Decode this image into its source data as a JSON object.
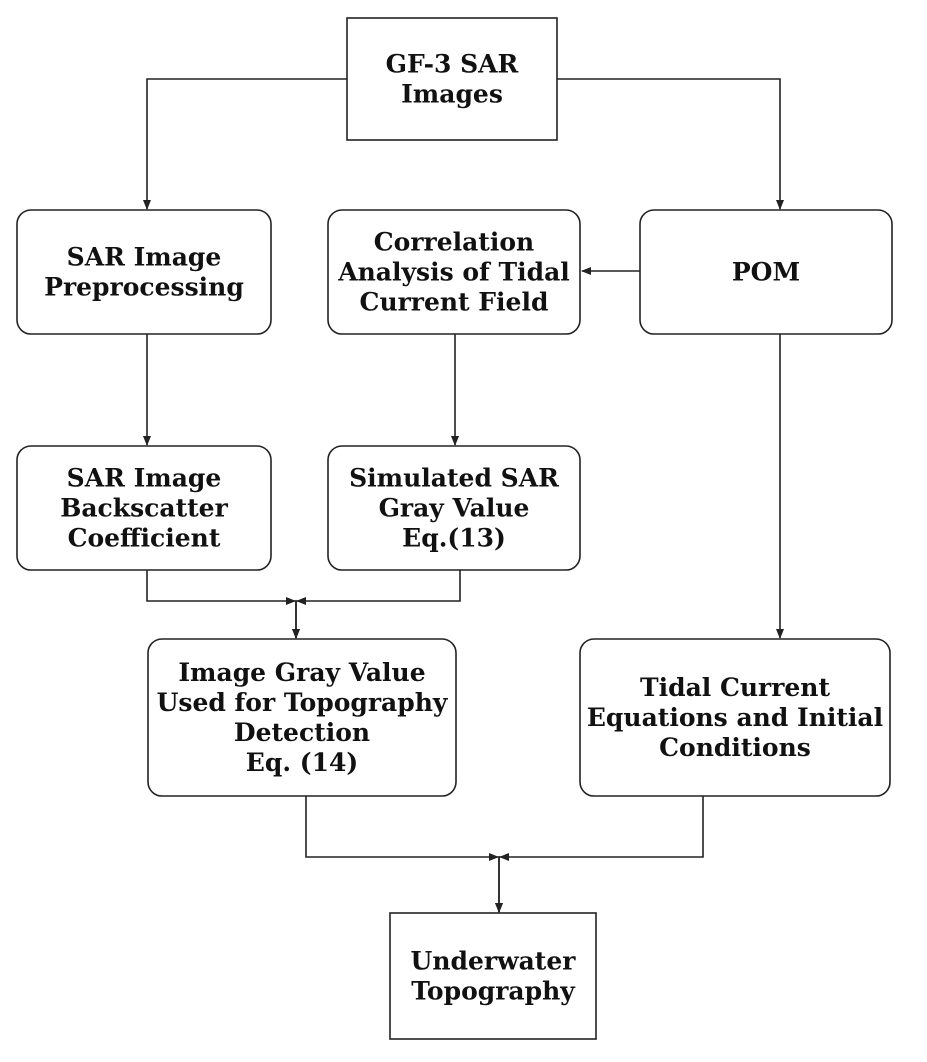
{
  "diagram": {
    "nodes": [
      {
        "id": "gf3",
        "lines": [
          "GF-3 SAR",
          "Images"
        ],
        "shape": "rect"
      },
      {
        "id": "preproc",
        "lines": [
          "SAR Image",
          "Preprocessing"
        ],
        "shape": "rounded"
      },
      {
        "id": "corr",
        "lines": [
          "Correlation",
          "Analysis of Tidal",
          "Current Field"
        ],
        "shape": "rounded"
      },
      {
        "id": "pom",
        "lines": [
          "POM"
        ],
        "shape": "rounded"
      },
      {
        "id": "backscatter",
        "lines": [
          "SAR Image",
          "Backscatter",
          "Coefficient"
        ],
        "shape": "rounded"
      },
      {
        "id": "simulated",
        "lines": [
          "Simulated SAR",
          "Gray Value",
          "Eq.(13)"
        ],
        "shape": "rounded"
      },
      {
        "id": "graytopo",
        "lines": [
          "Image Gray Value",
          "Used for Topography",
          "Detection",
          "Eq. (14)"
        ],
        "shape": "rounded"
      },
      {
        "id": "tidaleq",
        "lines": [
          "Tidal Current",
          "Equations and Initial",
          "Conditions"
        ],
        "shape": "rounded"
      },
      {
        "id": "underwater",
        "lines": [
          "Underwater",
          "Topography"
        ],
        "shape": "rect"
      }
    ],
    "edges": [
      {
        "from": "gf3",
        "to": "preproc"
      },
      {
        "from": "gf3",
        "to": "pom"
      },
      {
        "from": "pom",
        "to": "corr"
      },
      {
        "from": "preproc",
        "to": "backscatter"
      },
      {
        "from": "corr",
        "to": "simulated"
      },
      {
        "from": "pom",
        "to": "tidaleq"
      },
      {
        "from": "backscatter",
        "to": "graytopo"
      },
      {
        "from": "simulated",
        "to": "graytopo"
      },
      {
        "from": "graytopo",
        "to": "underwater"
      },
      {
        "from": "tidaleq",
        "to": "underwater"
      }
    ]
  }
}
